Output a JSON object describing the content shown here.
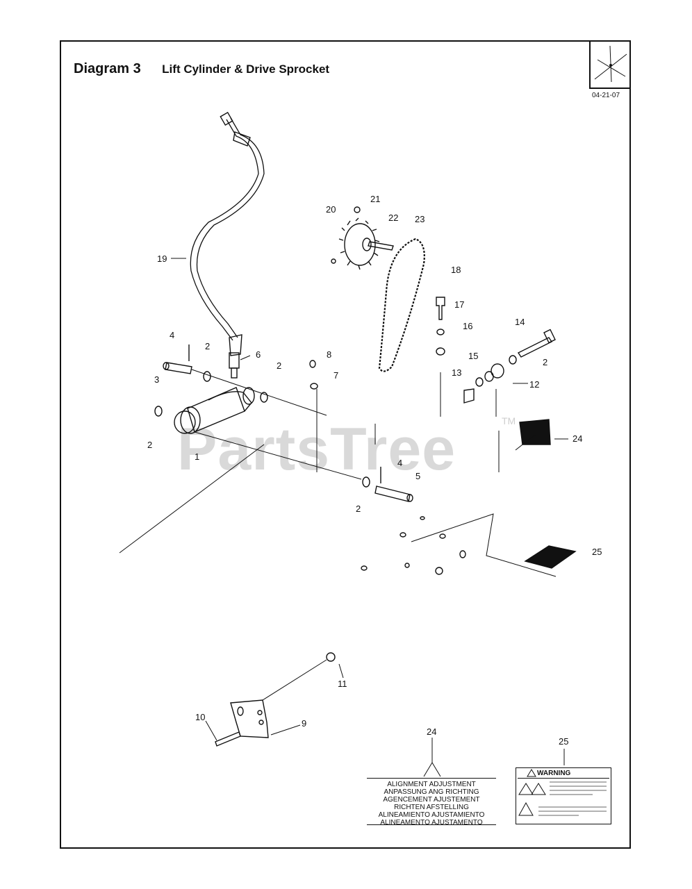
{
  "title": "Diagram 3",
  "subtitle": "Lift Cylinder & Drive Sprocket",
  "date": "04-21-07",
  "watermark": "PartsTree",
  "watermark_tm": "TM",
  "callouts": [
    "1",
    "2",
    "2",
    "2",
    "2",
    "2",
    "3",
    "4",
    "4",
    "5",
    "6",
    "7",
    "8",
    "9",
    "10",
    "11",
    "12",
    "13",
    "14",
    "15",
    "16",
    "17",
    "18",
    "19",
    "20",
    "21",
    "22",
    "23",
    "24",
    "24",
    "25",
    "25"
  ],
  "label24_lines": [
    "ALIGNMENT ADJUSTMENT",
    "ANPASSUNG ANG RICHTING",
    "AGENCEMENT AJUSTEMENT",
    "RICHTEN AFSTELLING",
    "ALINEAMIENTO AJUSTAMIENTO",
    "ALINEAMENTO AJUSTAMENTO"
  ],
  "label25_title": "WARNING"
}
